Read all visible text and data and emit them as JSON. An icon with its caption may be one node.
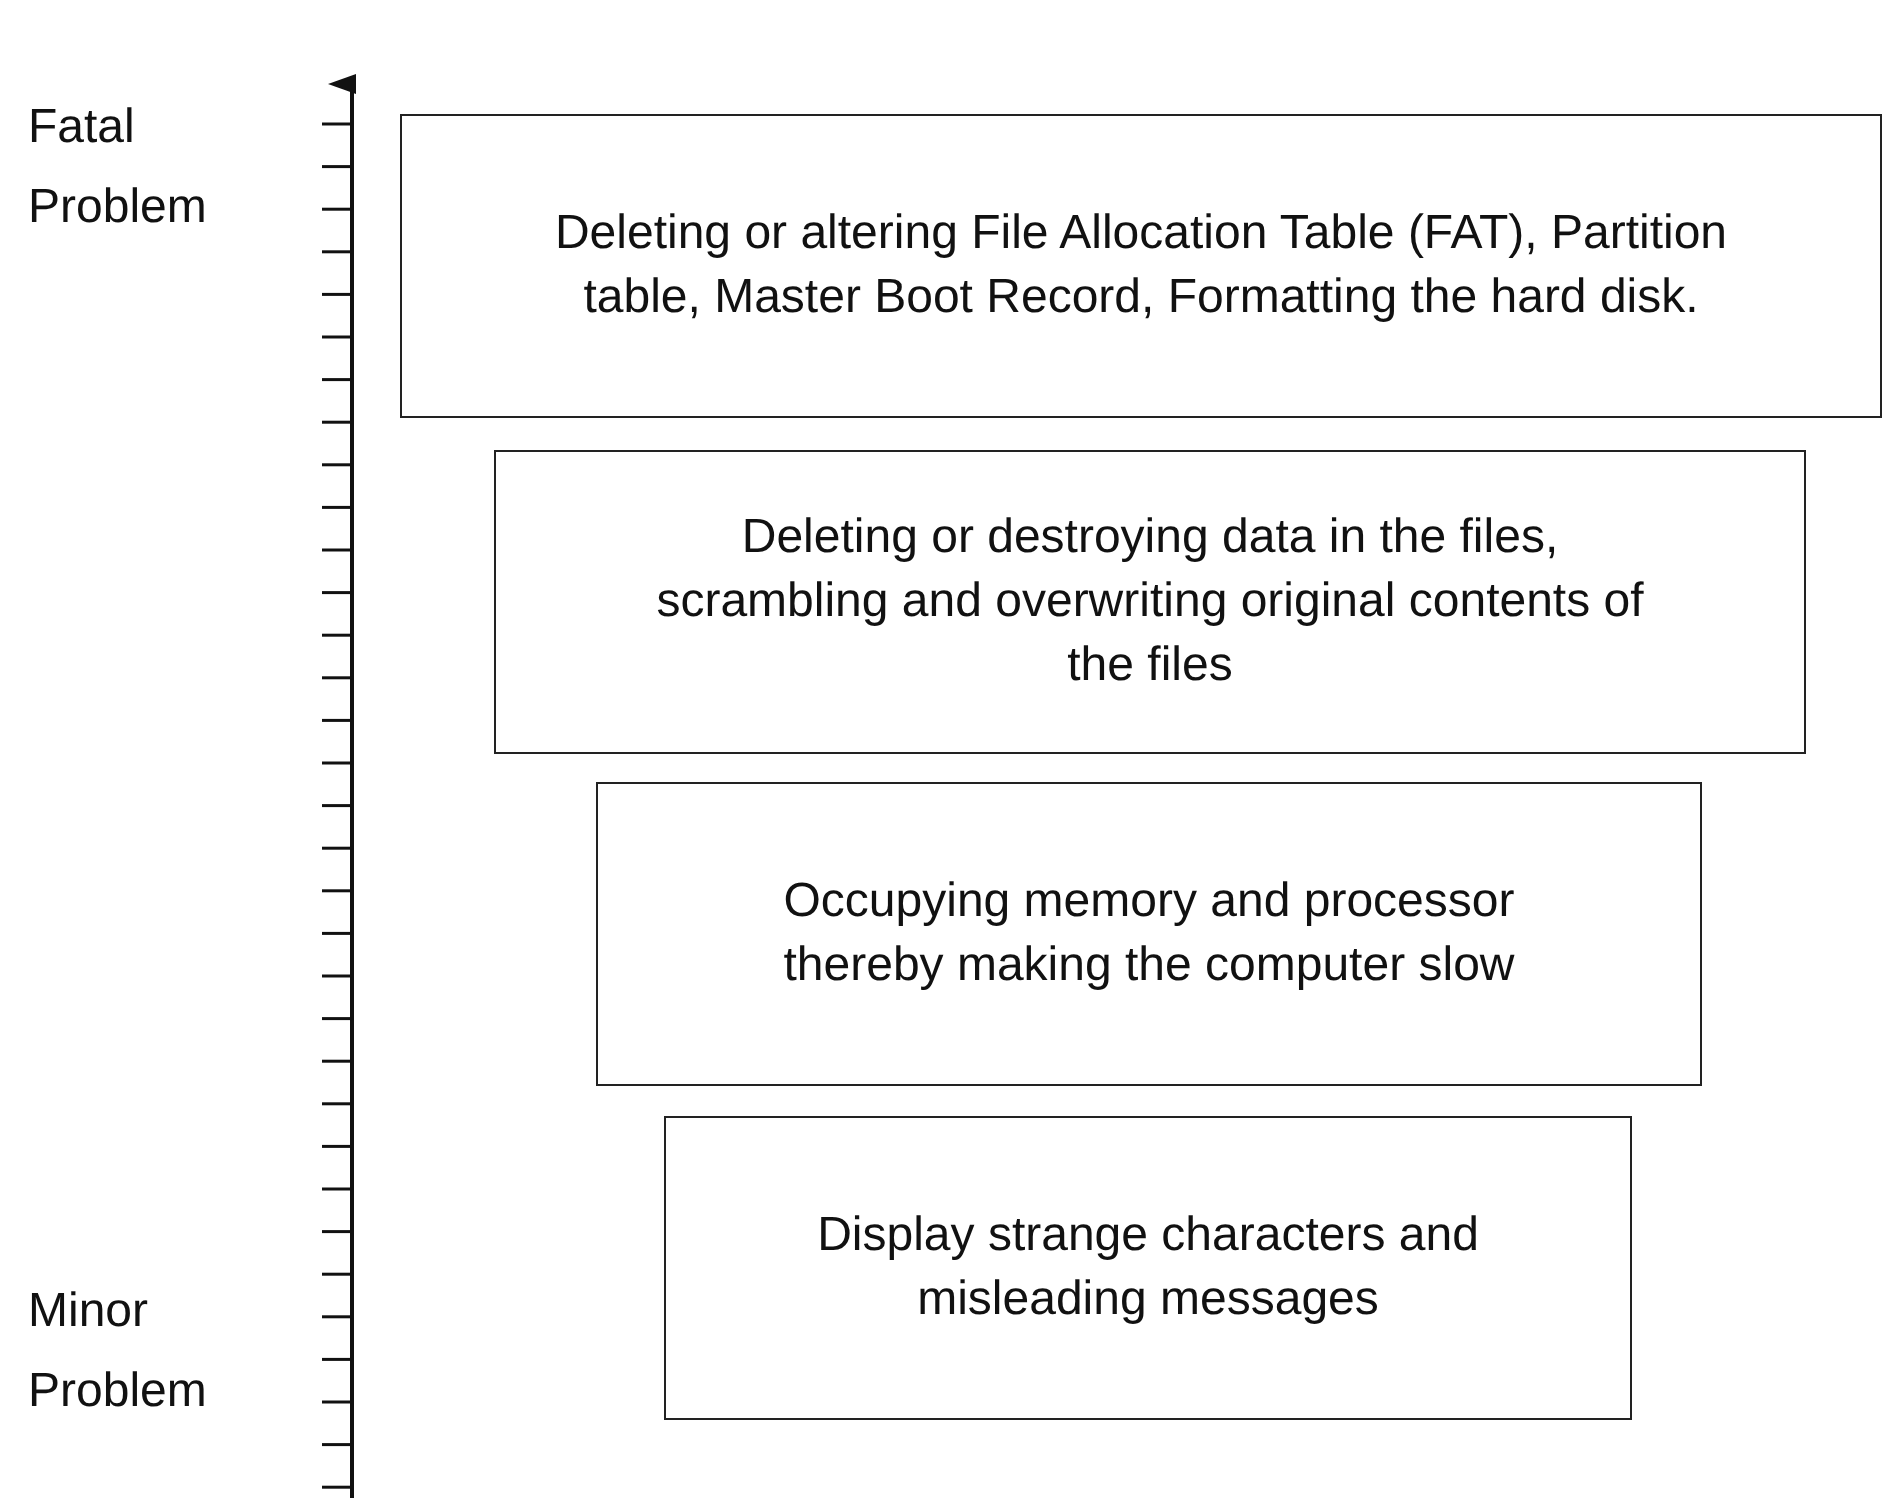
{
  "diagram": {
    "nodes": [
      {
        "text": [
          "Deleting or altering File Allocation Table (FAT), Partition table, Master Boot Record, Formatting the hard disk."
        ]
      },
      {
        "text": [
          "Deleting or destroying data in the files, scrambling and overwriting original contents of the files"
        ]
      },
      {
        "text": [
          "Occupying memory and processor thereby making the computer slow"
        ]
      },
      {
        "text": [
          "Display strange characters and misleading messages"
        ]
      }
    ],
    "labels": [
      "Fatal Problem",
      "Minor Problem"
    ]
  }
}
